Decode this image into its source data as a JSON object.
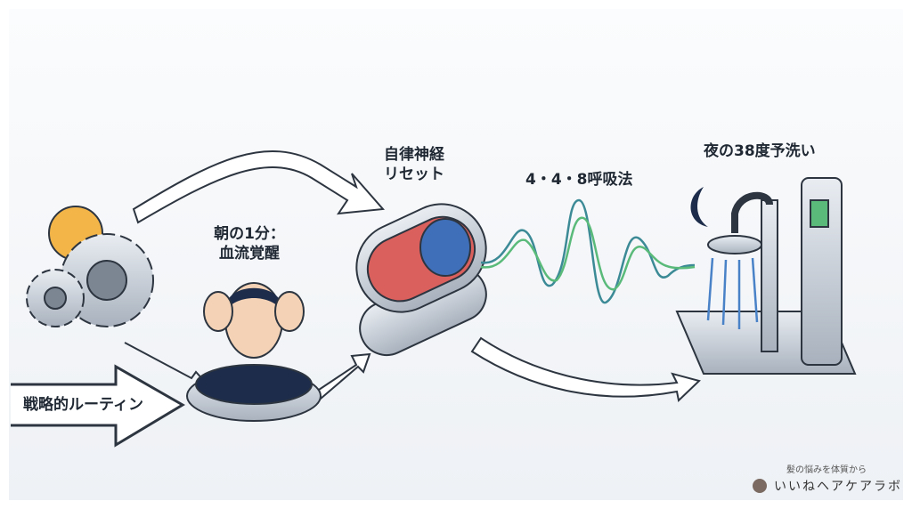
{
  "labels": {
    "strategic_routine": "戦略的ルーティン",
    "morning_line1": "朝の1分：",
    "morning_line2": "血流覚醒",
    "autonomic_line1": "自律神経",
    "autonomic_line2": "リセット",
    "breathing": "4・4・8呼吸法",
    "night_wash": "夜の38度予洗い"
  },
  "brand": {
    "subtitle": "髪の悩みを体質から",
    "name": "いいねヘアケアラボ"
  },
  "colors": {
    "navy": "#1c2c4a",
    "switch_red": "#d9605c",
    "switch_blue": "#3f6fb8",
    "wave_green": "#5aba7a",
    "wave_teal": "#3b8a96",
    "sun": "#f3b548",
    "water_blue": "#4a82c8"
  }
}
